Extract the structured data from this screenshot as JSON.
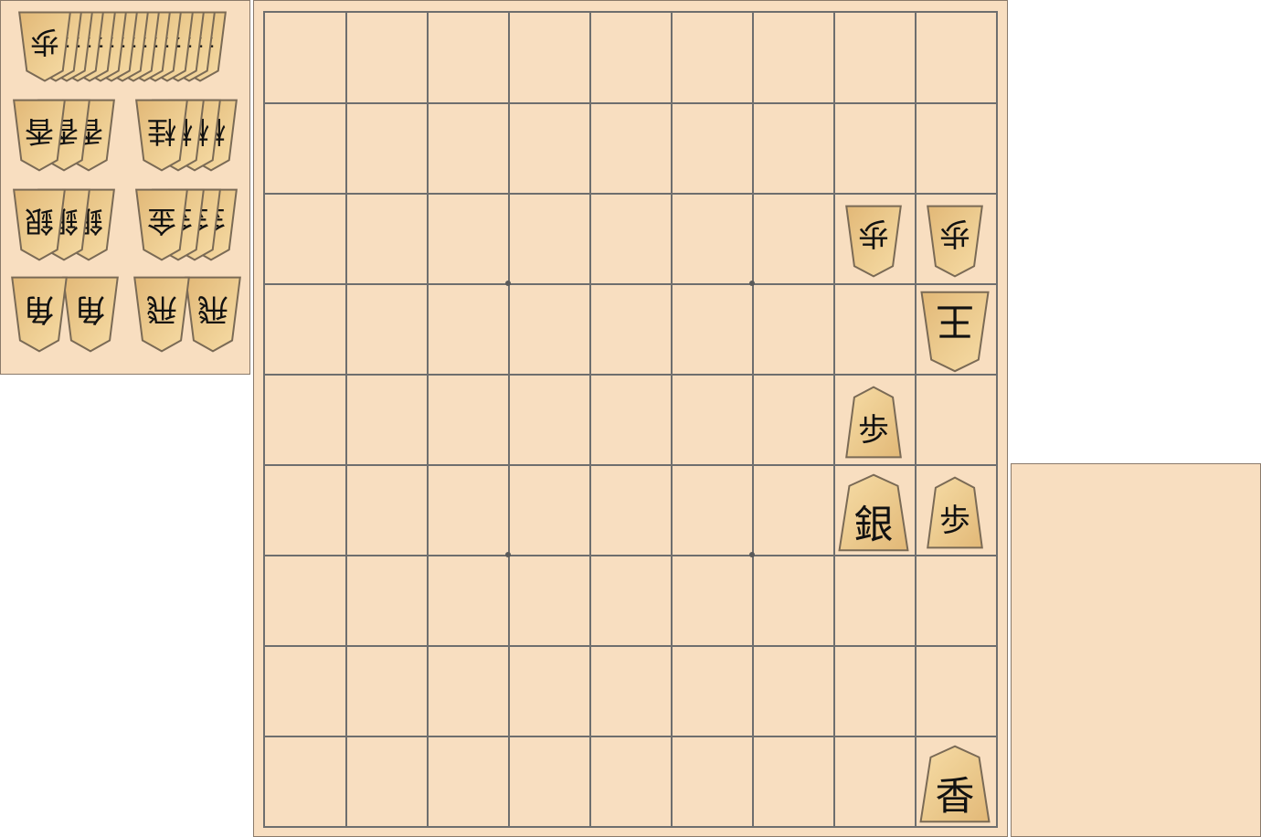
{
  "board": {
    "pieces": [
      {
        "name": "gote-pawn-1-3",
        "label": "歩",
        "side": "gote",
        "file": 1,
        "rank": 3
      },
      {
        "name": "gote-pawn-2-3",
        "label": "歩",
        "side": "gote",
        "file": 2,
        "rank": 3
      },
      {
        "name": "gote-king-1-4",
        "label": "王",
        "side": "gote",
        "file": 1,
        "rank": 4
      },
      {
        "name": "sente-pawn-2-5",
        "label": "歩",
        "side": "sente",
        "file": 2,
        "rank": 5
      },
      {
        "name": "sente-silver-2-6",
        "label": "銀",
        "side": "sente",
        "file": 2,
        "rank": 6
      },
      {
        "name": "sente-pawn-1-6",
        "label": "歩",
        "side": "sente",
        "file": 1,
        "rank": 6
      },
      {
        "name": "sente-lance-1-9",
        "label": "香",
        "side": "sente",
        "file": 1,
        "rank": 9
      }
    ]
  },
  "gote_hand": {
    "groups": [
      {
        "name": "gote-hand-pawns",
        "label": "歩",
        "count": 15
      },
      {
        "name": "gote-hand-lances",
        "label": "香",
        "count": 3
      },
      {
        "name": "gote-hand-knights",
        "label": "桂",
        "count": 4
      },
      {
        "name": "gote-hand-silvers",
        "label": "銀",
        "count": 3
      },
      {
        "name": "gote-hand-golds",
        "label": "金",
        "count": 4
      },
      {
        "name": "gote-hand-bishops",
        "label": "角",
        "count": 2
      },
      {
        "name": "gote-hand-rooks",
        "label": "飛",
        "count": 2
      }
    ]
  },
  "sente_hand": {
    "groups": []
  },
  "colors": {
    "board": "#f8dec0",
    "grid_line": "#6e6e6e",
    "piece_wood": "#f0cc8e",
    "piece_edge": "#7a6a55"
  }
}
